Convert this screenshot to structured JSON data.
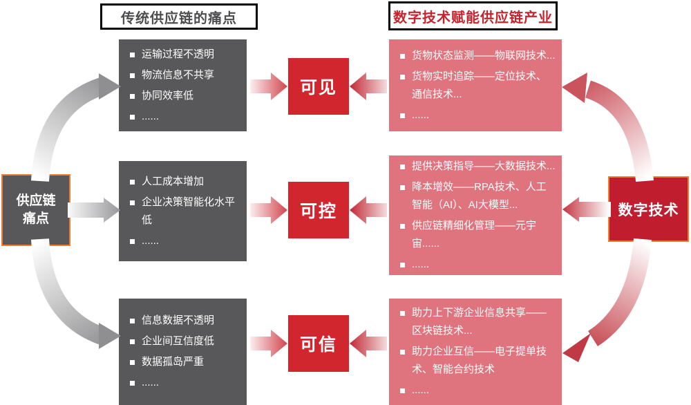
{
  "headers": {
    "left_title": "传统供应链的痛点",
    "right_title": "数字技术赋能供应链产业"
  },
  "side_nodes": {
    "pain_point": {
      "line1": "供应链",
      "line2": "痛点"
    },
    "digital_tech": {
      "label": "数字技术"
    }
  },
  "rows": [
    {
      "keyword": "可见",
      "pain_items": [
        "运输过程不透明",
        "物流信息不共享",
        "协同效率低",
        "......"
      ],
      "tech_items": [
        "货物状态监测——物联网技术...",
        "货物实时追踪——定位技术、通信技术...",
        "......"
      ]
    },
    {
      "keyword": "可控",
      "pain_items": [
        "人工成本增加",
        "企业决策智能化水平低",
        "......"
      ],
      "tech_items": [
        "提供决策指导——大数据技术...",
        "降本增效——RPA技术、人工智能（AI）、AI大模型...",
        "供应链精细化管理——元宇宙......",
        "......"
      ]
    },
    {
      "keyword": "可信",
      "pain_items": [
        "信息数据不透明",
        "企业间互信度低",
        "数据孤岛严重",
        "......"
      ],
      "tech_items": [
        "助力上下游企业信息共享——区块链技术...",
        "助力企业互信——电子提单技术、智能合约技术",
        "......"
      ]
    }
  ],
  "colors": {
    "panel_gray": "#58585A",
    "panel_pink": "#DF747E",
    "keyword_red": "#D2262F",
    "tech_node_red": "#C01E2F",
    "node_border_orange": "#ED7D31",
    "title_left_text": "#4D4D4F",
    "title_right_text": "#C8232C",
    "arrow_gray": "#98989A",
    "arrow_red": "#C4434C"
  }
}
